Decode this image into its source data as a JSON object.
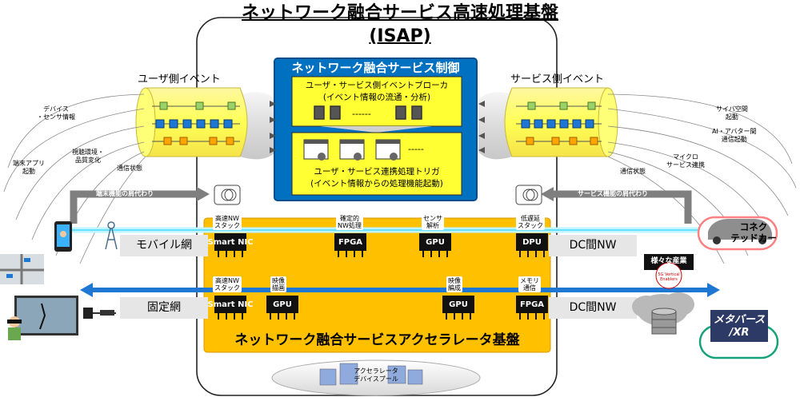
{
  "title": {
    "line1": "ネットワーク融合サービス高速処理基盤",
    "line2": "(ISAP)"
  },
  "control": {
    "title": "ネットワーク融合サービス制御",
    "broker_title": "ユーザ・サービス側イベントブローカ",
    "broker_sub": "(イベント情報の流通・分析)",
    "trigger_title": "ユーザ・サービス連携処理トリガ",
    "trigger_sub": "(イベント情報からの処理機能起動)",
    "dashes": "------",
    "dashes2": "-----"
  },
  "user_events": {
    "label": "ユーザ側イベント",
    "items": [
      "デバイス\n・センサ情報",
      "端末アプリ\n起動",
      "視聴環境・\n品質変化",
      "通信状態"
    ]
  },
  "service_events": {
    "label": "サービス側イベント",
    "items": [
      "サイバ空間\n起動",
      "AI・アバター間\n通信起動",
      "マイクロ\nサービス連携",
      "通信状態"
    ]
  },
  "arrows": {
    "left": "端末機能の肩代わり",
    "right": "サービス機能の肩代わり"
  },
  "networks": {
    "mobile": "モバイル網",
    "fixed": "固定網",
    "dc1": "DC間NW",
    "dc2": "DC間NW"
  },
  "accelerator": {
    "title": "ネットワーク融合サービスアクセラレータ基盤",
    "pool_label": "アクセラレータ\nデバイスプール",
    "row1": [
      {
        "cap": "高速NW\nスタック",
        "chip": "Smart NIC"
      },
      {
        "cap": "確定的\nNW処理",
        "chip": "FPGA"
      },
      {
        "cap": "センサ\n解析",
        "chip": "GPU"
      },
      {
        "cap": "低遅延\nスタック",
        "chip": "DPU"
      }
    ],
    "row2": [
      {
        "cap": "高速NW\nスタック",
        "chip": "Smart NIC"
      },
      {
        "cap": "映像\n描画",
        "chip": "GPU"
      },
      {
        "cap": "映像\n編成",
        "chip": "GPU"
      },
      {
        "cap": "メモリ\n通信",
        "chip": "FPGA"
      }
    ]
  },
  "right_side": {
    "connected_car": "コネク\nテッドカー",
    "industries": "様々な産業",
    "vertical": "5G Vertical\nEnablers",
    "metaverse": "メタバース\n/XR"
  },
  "colors": {
    "control_blue": "#0070c0",
    "yellow": "#ffff33",
    "orange": "#ffc000",
    "light_blue": "#1f77d4",
    "green_chip": "#9bd169",
    "pipe_yellow": "#ffff66"
  }
}
